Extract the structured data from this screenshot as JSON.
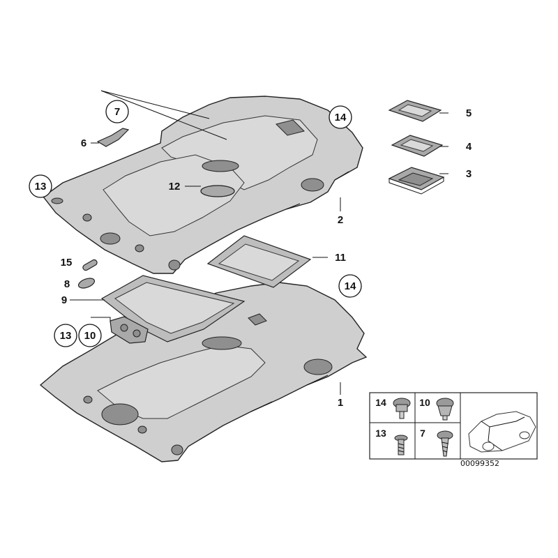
{
  "callouts": {
    "c1": "1",
    "c2": "2",
    "c3": "3",
    "c4": "4",
    "c5": "5",
    "c6": "6",
    "c7": "7",
    "c8": "8",
    "c9": "9",
    "c10": "10",
    "c11": "11",
    "c12": "12",
    "c13": "13",
    "c14": "14",
    "c15": "15"
  },
  "legend": {
    "cell_a": "14",
    "cell_b": "10",
    "cell_c": "13",
    "cell_d": "7"
  },
  "diagram_code": "00099352"
}
